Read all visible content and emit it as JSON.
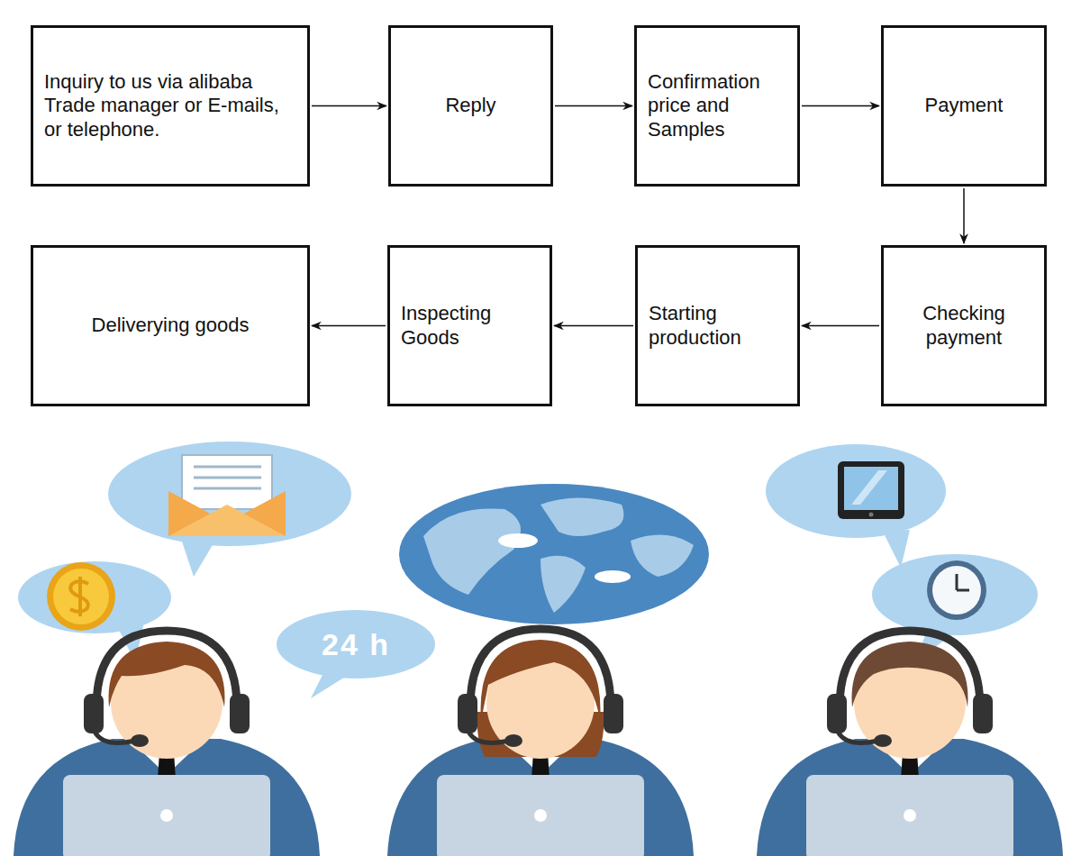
{
  "diagram": {
    "nodes": [
      {
        "text": [
          "Inquiry to us via alibaba Trade manager or E-mails, or telephone."
        ]
      },
      {
        "text": [
          "Reply"
        ]
      },
      {
        "text": [
          "Confirmation price and Samples"
        ]
      },
      {
        "text": [
          "Payment"
        ]
      },
      {
        "text": [
          "Checking payment"
        ]
      },
      {
        "text": [
          "Starting production"
        ]
      },
      {
        "text": [
          "Inspecting Goods"
        ]
      },
      {
        "text": [
          "Deliverying goods"
        ]
      }
    ],
    "edges": [
      {
        "from": 0,
        "to": 1,
        "arrow": "to"
      },
      {
        "from": 1,
        "to": 2,
        "arrow": "to"
      },
      {
        "from": 2,
        "to": 3,
        "arrow": "to"
      },
      {
        "from": 3,
        "to": 4,
        "arrow": "to"
      },
      {
        "from": 4,
        "to": 5,
        "arrow": "to"
      },
      {
        "from": 5,
        "to": 6,
        "arrow": "to"
      },
      {
        "from": 6,
        "to": 7,
        "arrow": "to"
      }
    ],
    "labels": [
      "24 h"
    ]
  }
}
